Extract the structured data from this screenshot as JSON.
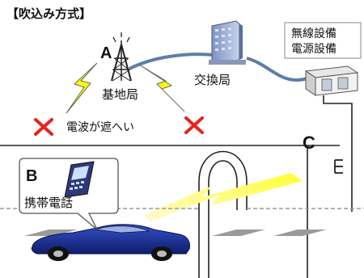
{
  "title": "【吹込み方式】",
  "labels": {
    "A": "A",
    "B": "B",
    "C": "C",
    "base_station": "基地局",
    "exchange": "交換局",
    "radio_equipment": "無線設備",
    "power_equipment": "電源設備",
    "blocked": "電波が遮へい",
    "mobile_phone": "携帯電話"
  },
  "icons": {
    "blocked_mark": "red-x",
    "signal": "lightning-bolt"
  },
  "colors": {
    "lightning": "#ffff00",
    "x_mark": "#e8231e",
    "cable": "#5b7fa8",
    "car": "#1a2e8c",
    "beam": "#ffff33"
  }
}
